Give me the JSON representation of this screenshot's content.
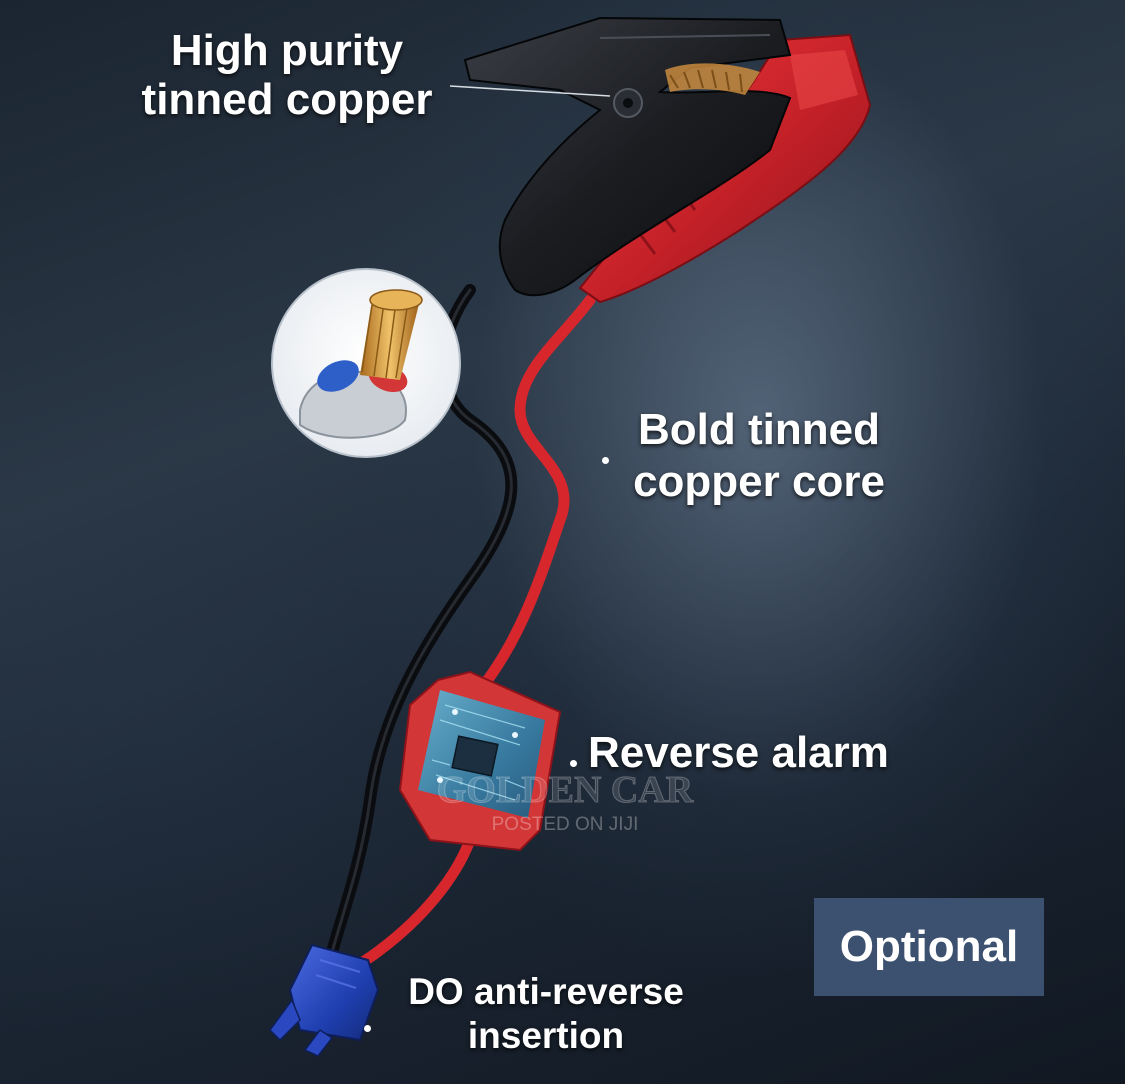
{
  "labels": {
    "high_purity_line1": "High purity",
    "high_purity_line2": "tinned copper",
    "bold_core_line1": "Bold tinned",
    "bold_core_line2": "copper core",
    "reverse_alarm": "Reverse alarm",
    "do_anti_line1": "DO anti-reverse",
    "do_anti_line2": "insertion",
    "optional": "Optional"
  },
  "watermark": {
    "main": "GOLDEN CAR",
    "sub": "POSTED ON JIJI"
  },
  "colors": {
    "clamp_black": "#1b1d21",
    "clamp_red": "#c8222a",
    "cable_red": "#d8262d",
    "cable_black": "#0b0c0f",
    "module_red": "#d23636",
    "pcb_blue": "#2a7fa8",
    "connector_blue": "#1f3fb0",
    "copper": "#d9a24a",
    "optional_bg": "#3c5070"
  },
  "icons": {
    "clamp": "jumper-clamp-icon",
    "cable_cross_section": "cable-cross-section-icon",
    "alarm_module": "reverse-alarm-module-icon",
    "connector": "ec5-connector-icon"
  }
}
